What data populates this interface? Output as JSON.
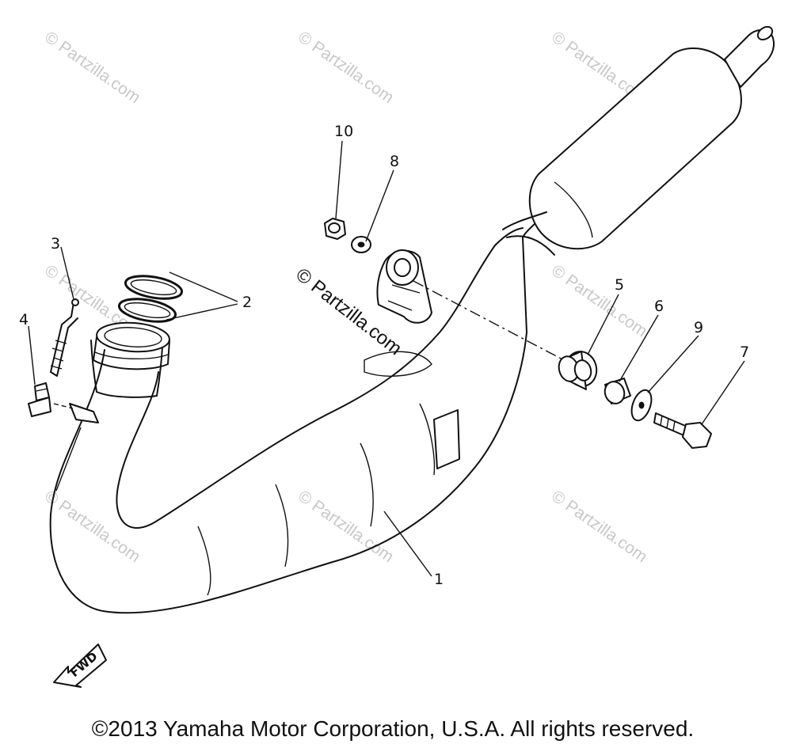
{
  "callouts": {
    "n1": "1",
    "n2": "2",
    "n3": "3",
    "n4": "4",
    "n5": "5",
    "n6": "6",
    "n7": "7",
    "n8": "8",
    "n9": "9",
    "n10": "10"
  },
  "fwd_label": "FWD",
  "watermark_big": "© Partzilla.com",
  "watermark_tile": "© Partzilla.com",
  "copyright": "©2013 Yamaha Motor Corporation, U.S.A. All rights reserved."
}
